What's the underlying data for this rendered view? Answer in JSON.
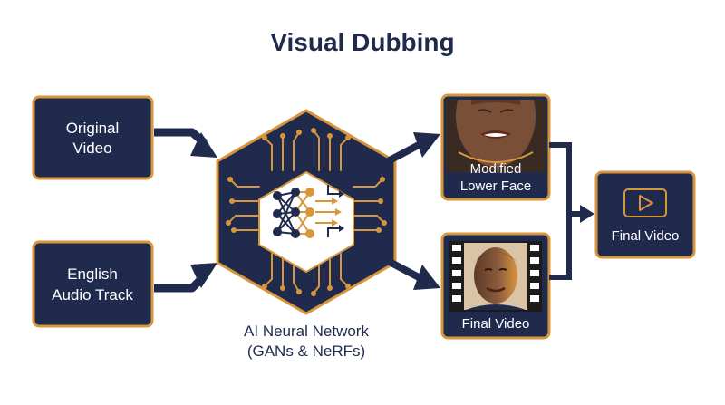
{
  "title": "Visual Dubbing",
  "inputs": {
    "original_video": [
      "Original",
      "Video"
    ],
    "english_audio": [
      "English",
      "Audio Track"
    ]
  },
  "network": {
    "caption_line1": "AI Neural Network",
    "caption_line2": "(GANs & NeRFs)"
  },
  "outputs": {
    "modified_lower_face": [
      "Modified",
      "Lower Face"
    ],
    "film_frame_label": "Final Video",
    "final_video": "Final Video"
  },
  "colors": {
    "navy": "#1f2a4d",
    "gold": "#d8963c",
    "white": "#ffffff",
    "skin": "#7a4f37"
  },
  "icons": [
    "neural-net-icon",
    "face-icon",
    "film-strip-icon",
    "play-icon",
    "arrow-icon"
  ]
}
